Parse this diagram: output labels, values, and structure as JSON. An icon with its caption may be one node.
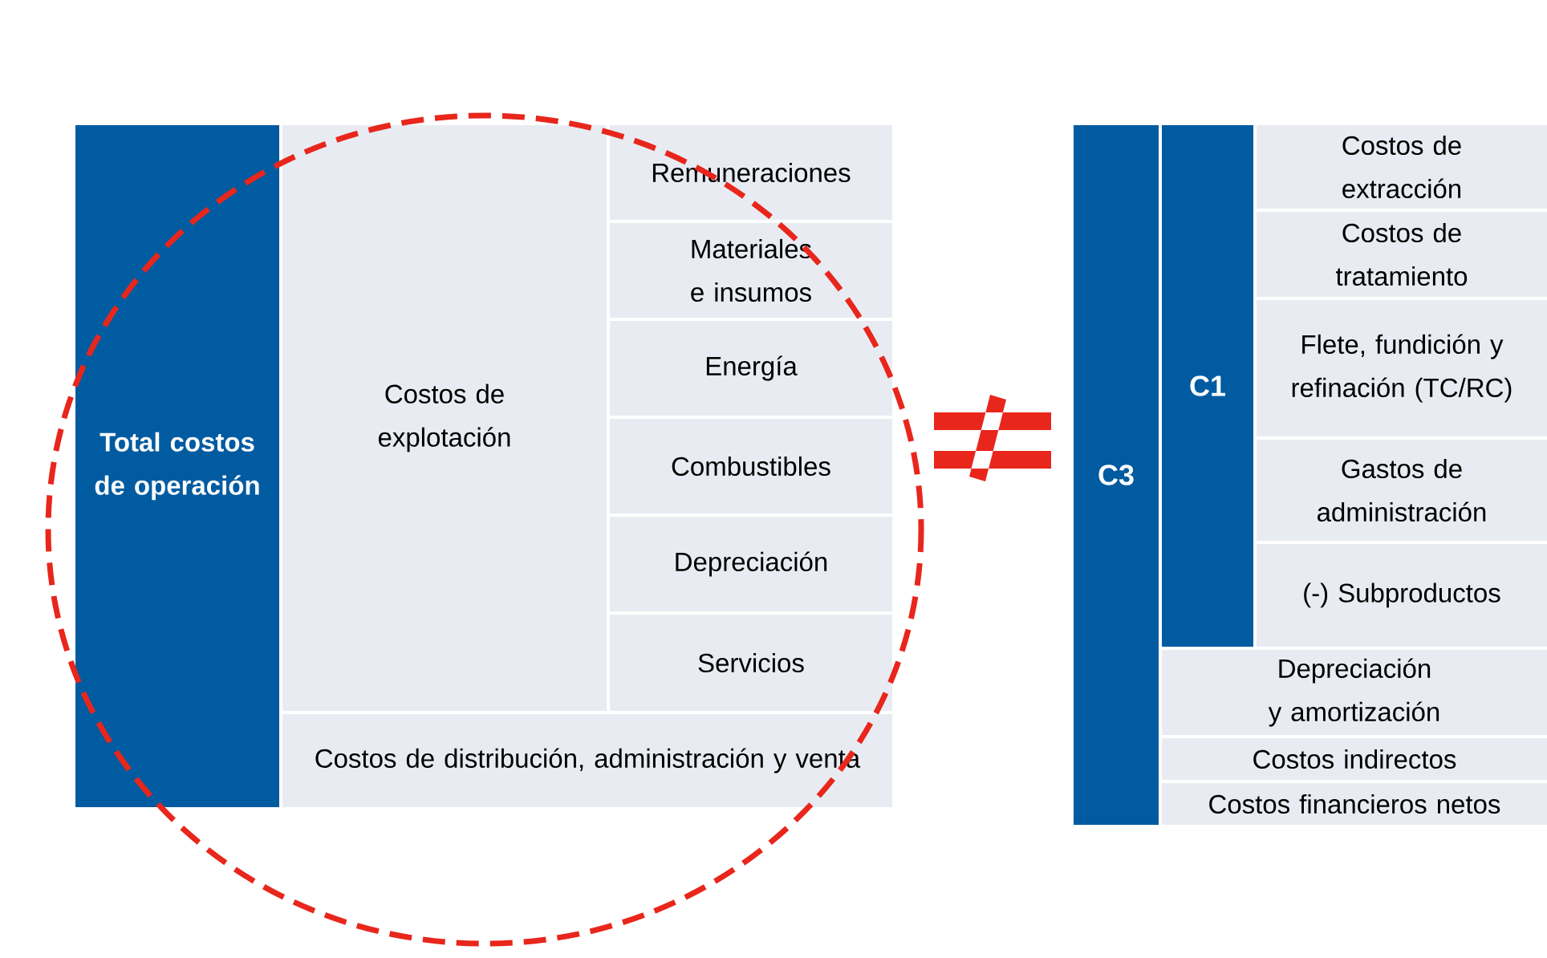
{
  "diagram": {
    "nodes": [
      {
        "text": [
          "Total costos de operación"
        ]
      },
      {
        "text": [
          "Costos de explotación"
        ]
      },
      {
        "text": [
          "Remuneraciones"
        ]
      },
      {
        "text": [
          "Materiales e insumos"
        ]
      },
      {
        "text": [
          "Energía"
        ]
      },
      {
        "text": [
          "Combustibles"
        ]
      },
      {
        "text": [
          "Depreciación"
        ]
      },
      {
        "text": [
          "Servicios"
        ]
      },
      {
        "text": [
          "Costos de distribución, administración y venta"
        ]
      },
      {
        "text": [
          "C3"
        ]
      },
      {
        "text": [
          "C1"
        ]
      },
      {
        "text": [
          "Costos de extracción"
        ]
      },
      {
        "text": [
          "Costos de tratamiento"
        ]
      },
      {
        "text": [
          "Flete, fundición y refinación (TC/RC)"
        ]
      },
      {
        "text": [
          "Gastos de administración"
        ]
      },
      {
        "text": [
          "(-) Subproductos"
        ]
      },
      {
        "text": [
          "Depreciación y amortización"
        ]
      },
      {
        "text": [
          "Costos indirectos"
        ]
      },
      {
        "text": [
          "Costos financieros netos"
        ]
      }
    ]
  }
}
